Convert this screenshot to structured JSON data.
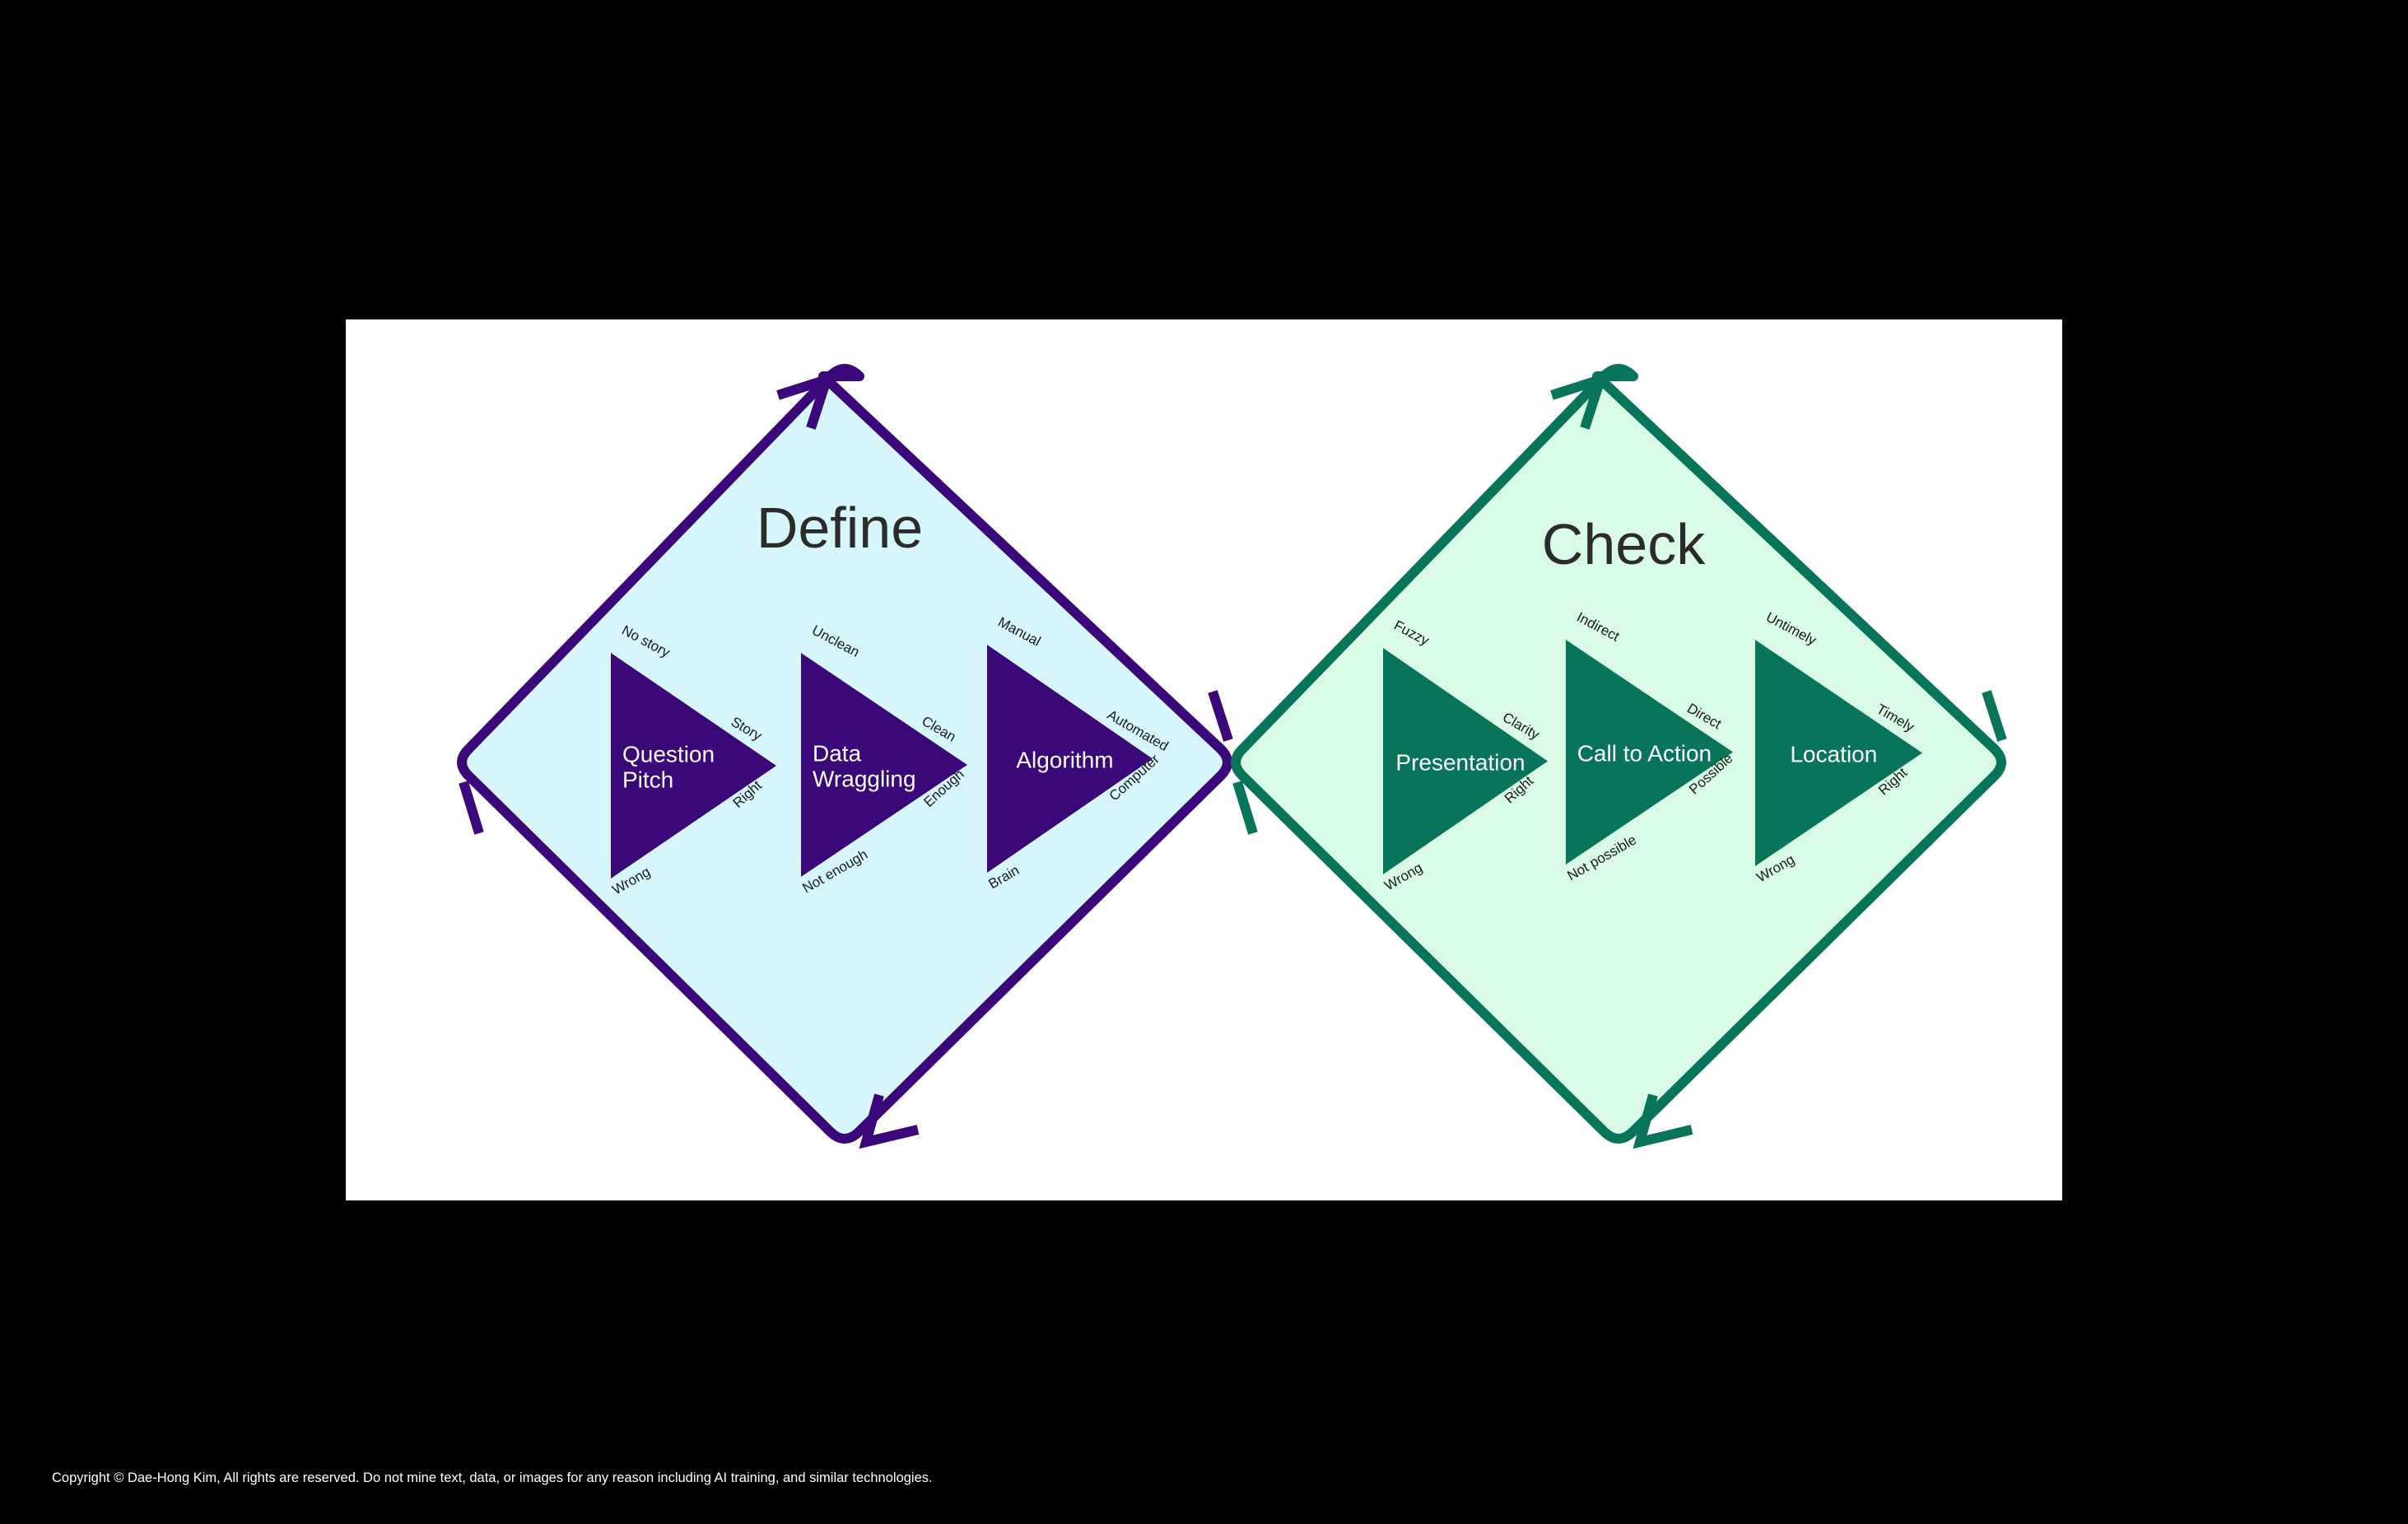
{
  "colors": {
    "background": "#000000",
    "panel": "#ffffff",
    "define_stroke": "#3a0878",
    "define_fill": "#d6f6fb",
    "check_stroke": "#08745a",
    "check_fill": "#d9fbe6",
    "title_text": "#2b2b2b",
    "label_text": "#1a1a1a",
    "triangle_text": "#ffffff"
  },
  "define": {
    "title": "Define",
    "steps": [
      {
        "lines": [
          "Question",
          "Pitch"
        ],
        "top_label": "No story",
        "right_top": "Story",
        "right_bottom": "Right",
        "bottom_label": "Wrong"
      },
      {
        "lines": [
          "Data",
          "Wraggling"
        ],
        "top_label": "Unclean",
        "right_top": "Clean",
        "right_bottom": "Enough",
        "bottom_label": "Not enough"
      },
      {
        "lines": [
          "Algorithm"
        ],
        "top_label": "Manual",
        "right_top": "Automated",
        "right_bottom": "Computer",
        "bottom_label": "Brain"
      }
    ]
  },
  "check": {
    "title": "Check",
    "steps": [
      {
        "lines": [
          "Presentation"
        ],
        "top_label": "Fuzzy",
        "right_top": "Clarity",
        "right_bottom": "Right",
        "bottom_label": "Wrong"
      },
      {
        "lines": [
          "Call to Action"
        ],
        "top_label": "Indirect",
        "right_top": "Direct",
        "right_bottom": "Possible",
        "bottom_label": "Not possible"
      },
      {
        "lines": [
          "Location"
        ],
        "top_label": "Untimely",
        "right_top": "Timely",
        "right_bottom": "Right",
        "bottom_label": "Wrong"
      }
    ]
  },
  "footer": {
    "copyright": "Copyright © Dae-Hong Kim, All rights are reserved. Do not mine text, data, or images for any reason including AI training, and similar technologies."
  }
}
